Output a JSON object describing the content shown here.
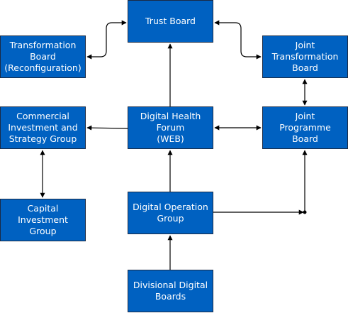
{
  "colors": {
    "box_fill": "#0061c1",
    "box_border": "#1a2a44",
    "box_text": "#ffffff",
    "connector": "#000000"
  },
  "boxes": {
    "trust_board": "Trust Board",
    "transformation_board": "Transformation\nBoard\n(Reconfiguration)",
    "joint_transformation_board": "Joint\nTransformation\nBoard",
    "commercial_investment": "Commercial\nInvestment and\nStrategy Group",
    "digital_health_forum": "Digital Health\nForum\n(WEB)",
    "joint_programme_board": "Joint\nProgramme\nBoard",
    "capital_investment": "Capital\nInvestment\nGroup",
    "digital_operation": "Digital Operation\nGroup",
    "divisional_digital": "Divisional Digital\nBoards"
  }
}
